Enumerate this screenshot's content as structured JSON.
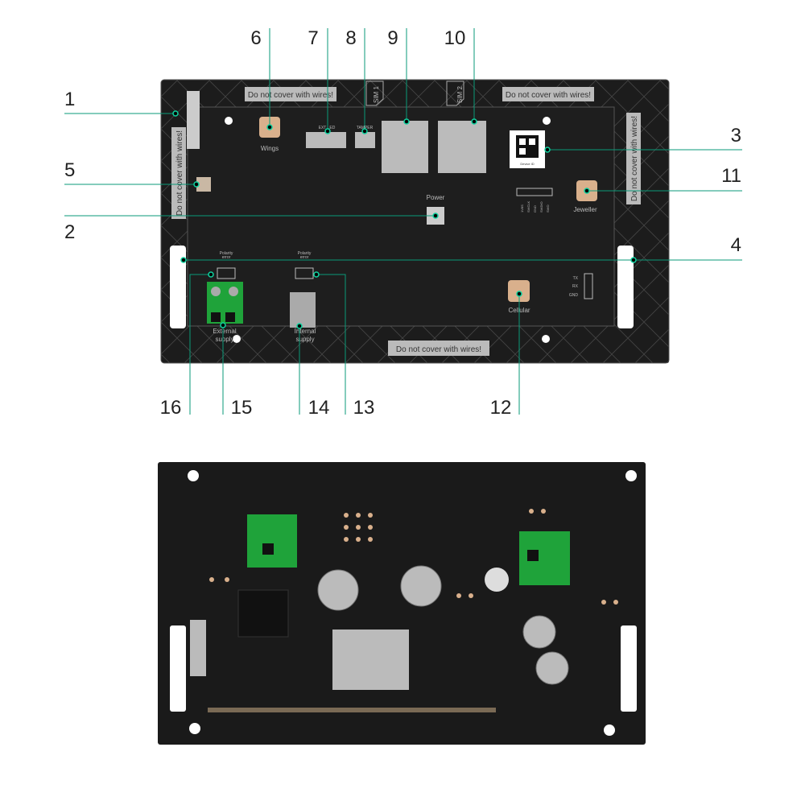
{
  "callouts": [
    "1",
    "2",
    "3",
    "4",
    "5",
    "6",
    "7",
    "8",
    "9",
    "10",
    "11",
    "12",
    "13",
    "14",
    "15",
    "16"
  ],
  "board_labels": {
    "warning": "Do not cover with wires!",
    "wings": "Wings",
    "ext_led": "EXT LED",
    "tamper": "TAMPER",
    "sim1": "SIM 1",
    "sim2": "SIM 2",
    "device_id": "Device ID",
    "power": "Power",
    "jeweller": "Jeweller",
    "swd_pins": [
      "1V8S",
      "SWCLK",
      "GND",
      "SWDIO",
      "SWO"
    ],
    "polarity_error": [
      "Polarity",
      "error"
    ],
    "external_supply": [
      "External",
      "supply"
    ],
    "internal_supply": [
      "Internal",
      "supply"
    ],
    "cellular": "Cellular",
    "uart_pins": [
      "TX",
      "RX",
      "GND"
    ]
  },
  "colors": {
    "callout_line": "#0a9a78",
    "board": "#1c1c1c",
    "terminal": "#1fa33a",
    "pad": "#d9b08c"
  }
}
